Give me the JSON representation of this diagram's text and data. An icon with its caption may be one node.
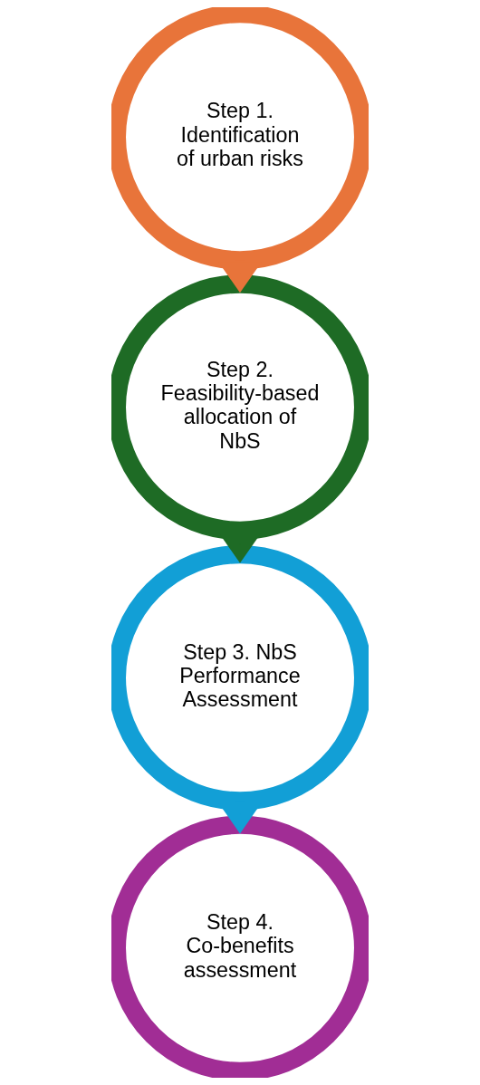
{
  "diagram": {
    "nodes": [
      {
        "text": [
          "Step 1. Identification of urban risks"
        ]
      },
      {
        "text": [
          "Step 2. Feasibility-based allocation of NbS"
        ]
      },
      {
        "text": [
          "Step 3. NbS Performance Assessment"
        ]
      },
      {
        "text": [
          "Step 4. Co-benefits assessment"
        ]
      }
    ],
    "edges": [
      {
        "from": 0,
        "to": 1,
        "arrow": "to",
        "style": "thick",
        "color": "#e8743a"
      },
      {
        "from": 1,
        "to": 2,
        "arrow": "to",
        "style": "thick",
        "color": "#1e6b25"
      },
      {
        "from": 2,
        "to": 3,
        "arrow": "to",
        "style": "thick",
        "color": "#129fd6"
      }
    ]
  }
}
